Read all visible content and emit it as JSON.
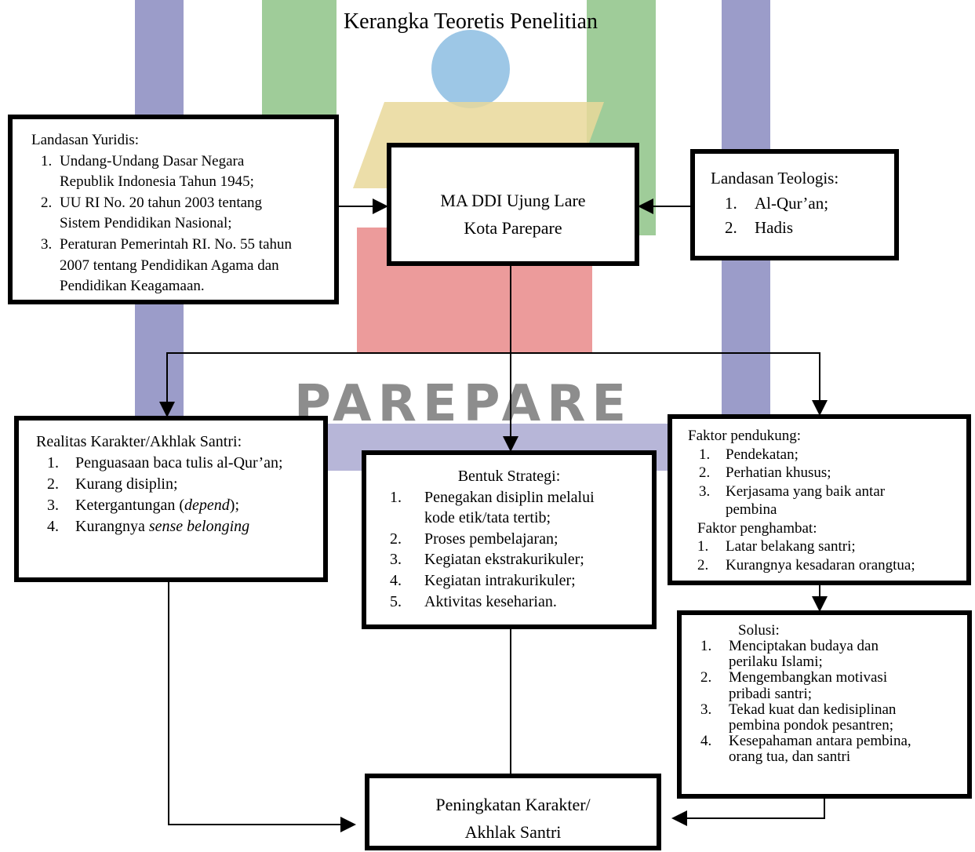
{
  "title": "Kerangka Teoretis Penelitian",
  "watermark": {
    "text": "PAREPARE"
  },
  "yuridis": {
    "heading": "Landasan Yuridis:",
    "items": [
      {
        "num": "1.",
        "line1": "Undang-Undang Dasar Negara",
        "line2": "Republik Indonesia Tahun 1945;"
      },
      {
        "num": "2.",
        "line1": "UU RI No. 20 tahun 2003 tentang",
        "line2": "Sistem  Pendidikan Nasional;"
      },
      {
        "num": "3.",
        "line1": "Peraturan Pemerintah RI. No. 55 tahun",
        "line2": "2007 tentang Pendidikan Agama dan",
        "line3": "Pendidikan Keagamaan."
      }
    ]
  },
  "center": {
    "line1": "MA DDI Ujung Lare",
    "line2": "Kota Parepare"
  },
  "teologis": {
    "heading": "Landasan Teologis:",
    "items": [
      {
        "num": "1.",
        "text": "Al-Qur’an;"
      },
      {
        "num": "2.",
        "text": "Hadis"
      }
    ]
  },
  "realitas": {
    "heading": "Realitas Karakter/Akhlak Santri:",
    "items": [
      {
        "num": "1.",
        "text": "Penguasaan baca tulis al-Qur’an;"
      },
      {
        "num": "2.",
        "text": "Kurang disiplin;"
      },
      {
        "num": "3.",
        "pre": "Ketergantungan (",
        "ital": "depend",
        "post": ");"
      },
      {
        "num": "4.",
        "pre": "Kurangnya ",
        "ital": "sense belonging",
        "post": ""
      }
    ]
  },
  "strategi": {
    "heading": "Bentuk Strategi:",
    "items": [
      {
        "num": "1.",
        "line1": "Penegakan disiplin melalui",
        "line2": "kode etik/tata tertib;"
      },
      {
        "num": "2.",
        "line1": "Proses pembelajaran;"
      },
      {
        "num": "3.",
        "line1": "Kegiatan ekstrakurikuler;"
      },
      {
        "num": "4.",
        "line1": "Kegiatan intrakurikuler;"
      },
      {
        "num": "5.",
        "line1": "Aktivitas keseharian."
      }
    ]
  },
  "faktor": {
    "pendukung_heading": "Faktor pendukung:",
    "pendukung": [
      {
        "num": "1.",
        "line1": "Pendekatan;"
      },
      {
        "num": "2.",
        "line1": "Perhatian khusus;"
      },
      {
        "num": "3.",
        "line1": "Kerjasama yang baik antar",
        "line2": "pembina"
      }
    ],
    "penghambat_heading": "Faktor penghambat:",
    "penghambat": [
      {
        "num": "1.",
        "line1": "Latar belakang santri;"
      },
      {
        "num": "2.",
        "line1": "Kurangnya kesadaran orangtua;"
      }
    ]
  },
  "solusi": {
    "heading": "Solusi:",
    "items": [
      {
        "num": "1.",
        "line1": "Menciptakan budaya dan",
        "line2": "perilaku Islami;"
      },
      {
        "num": "2.",
        "line1": "Mengembangkan motivasi",
        "line2": "pribadi santri;"
      },
      {
        "num": "3.",
        "line1": "Tekad kuat dan kedisiplinan",
        "line2": "pembina pondok pesantren;"
      },
      {
        "num": "4.",
        "line1": "Kesepahaman antara pembina,",
        "line2": "orang tua, dan santri"
      }
    ]
  },
  "result": {
    "line1": "Peningkatan Karakter/",
    "line2": "Akhlak Santri"
  }
}
